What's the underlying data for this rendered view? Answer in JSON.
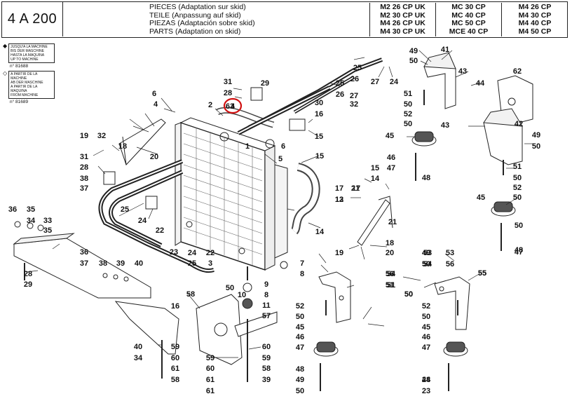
{
  "header": {
    "reference": "4 A 200",
    "description": [
      "PIECES (Adaptation sur skid)",
      "TEILE (Anpassung auf skid)",
      "PIEZAS (Adaptación sobre skid)",
      "PARTS (Adaptation on skid)"
    ],
    "models": [
      [
        "M2 26 CP UK",
        "M2 30 CP UK",
        "M4 26 CP UK",
        "M4 30 CP UK"
      ],
      [
        "MC 30 CP",
        "MC 40 CP",
        "MC 50 CP",
        "MCE 40 CP"
      ],
      [
        "M4 26 CP",
        "M4 30 CP",
        "M4 40 CP",
        "M4 50 CP"
      ]
    ]
  },
  "notes": {
    "note1": [
      "JUSQU'A LA MACHINE",
      "BIS DER MASCHINE",
      "HASTA LA MAQUINA",
      "UP TO MACHINE"
    ],
    "note1_serial": "n° 81688",
    "note2": [
      "A PARTIR DE LA MACHINE",
      "AB DER MASCHINE",
      "A PARTIR DE LA MAQUINA",
      "FROM MACHINE"
    ],
    "note2_serial": "n° 81689"
  },
  "diagram": {
    "highlight_color": "#d01010",
    "highlighted_part": "4",
    "callouts": [
      "49",
      "41",
      "50",
      "43",
      "44",
      "62",
      "51",
      "50",
      "52",
      "50",
      "43",
      "42",
      "49",
      "50",
      "45",
      "46",
      "47",
      "48",
      "51",
      "50",
      "52",
      "50",
      "45",
      "50",
      "47",
      "48",
      "49",
      "50",
      "53",
      "56",
      "55",
      "54",
      "51",
      "50",
      "52",
      "50",
      "45",
      "46",
      "47",
      "48",
      "49",
      "50",
      "53",
      "54",
      "55",
      "56",
      "51",
      "50",
      "52",
      "50",
      "45",
      "46",
      "47",
      "48",
      "23",
      "24",
      "25",
      "26",
      "27",
      "24",
      "25",
      "26",
      "27",
      "32",
      "31",
      "28",
      "29",
      "30",
      "16",
      "15",
      "6",
      "4",
      "2",
      "63",
      "1",
      "6",
      "5",
      "15",
      "14",
      "17",
      "21",
      "13",
      "18",
      "20",
      "19",
      "32",
      "31",
      "28",
      "38",
      "37",
      "36",
      "35",
      "34",
      "33",
      "35",
      "36",
      "37",
      "38",
      "39",
      "40",
      "28",
      "29",
      "25",
      "24",
      "22",
      "23",
      "24",
      "25",
      "22",
      "3",
      "50",
      "7",
      "8",
      "9",
      "10",
      "8",
      "11",
      "57",
      "58",
      "59",
      "60",
      "61",
      "58",
      "59",
      "60",
      "61",
      "61",
      "60",
      "59",
      "58",
      "39",
      "40",
      "34",
      "16",
      "15",
      "14",
      "17",
      "12",
      "21",
      "19",
      "18",
      "20"
    ]
  }
}
